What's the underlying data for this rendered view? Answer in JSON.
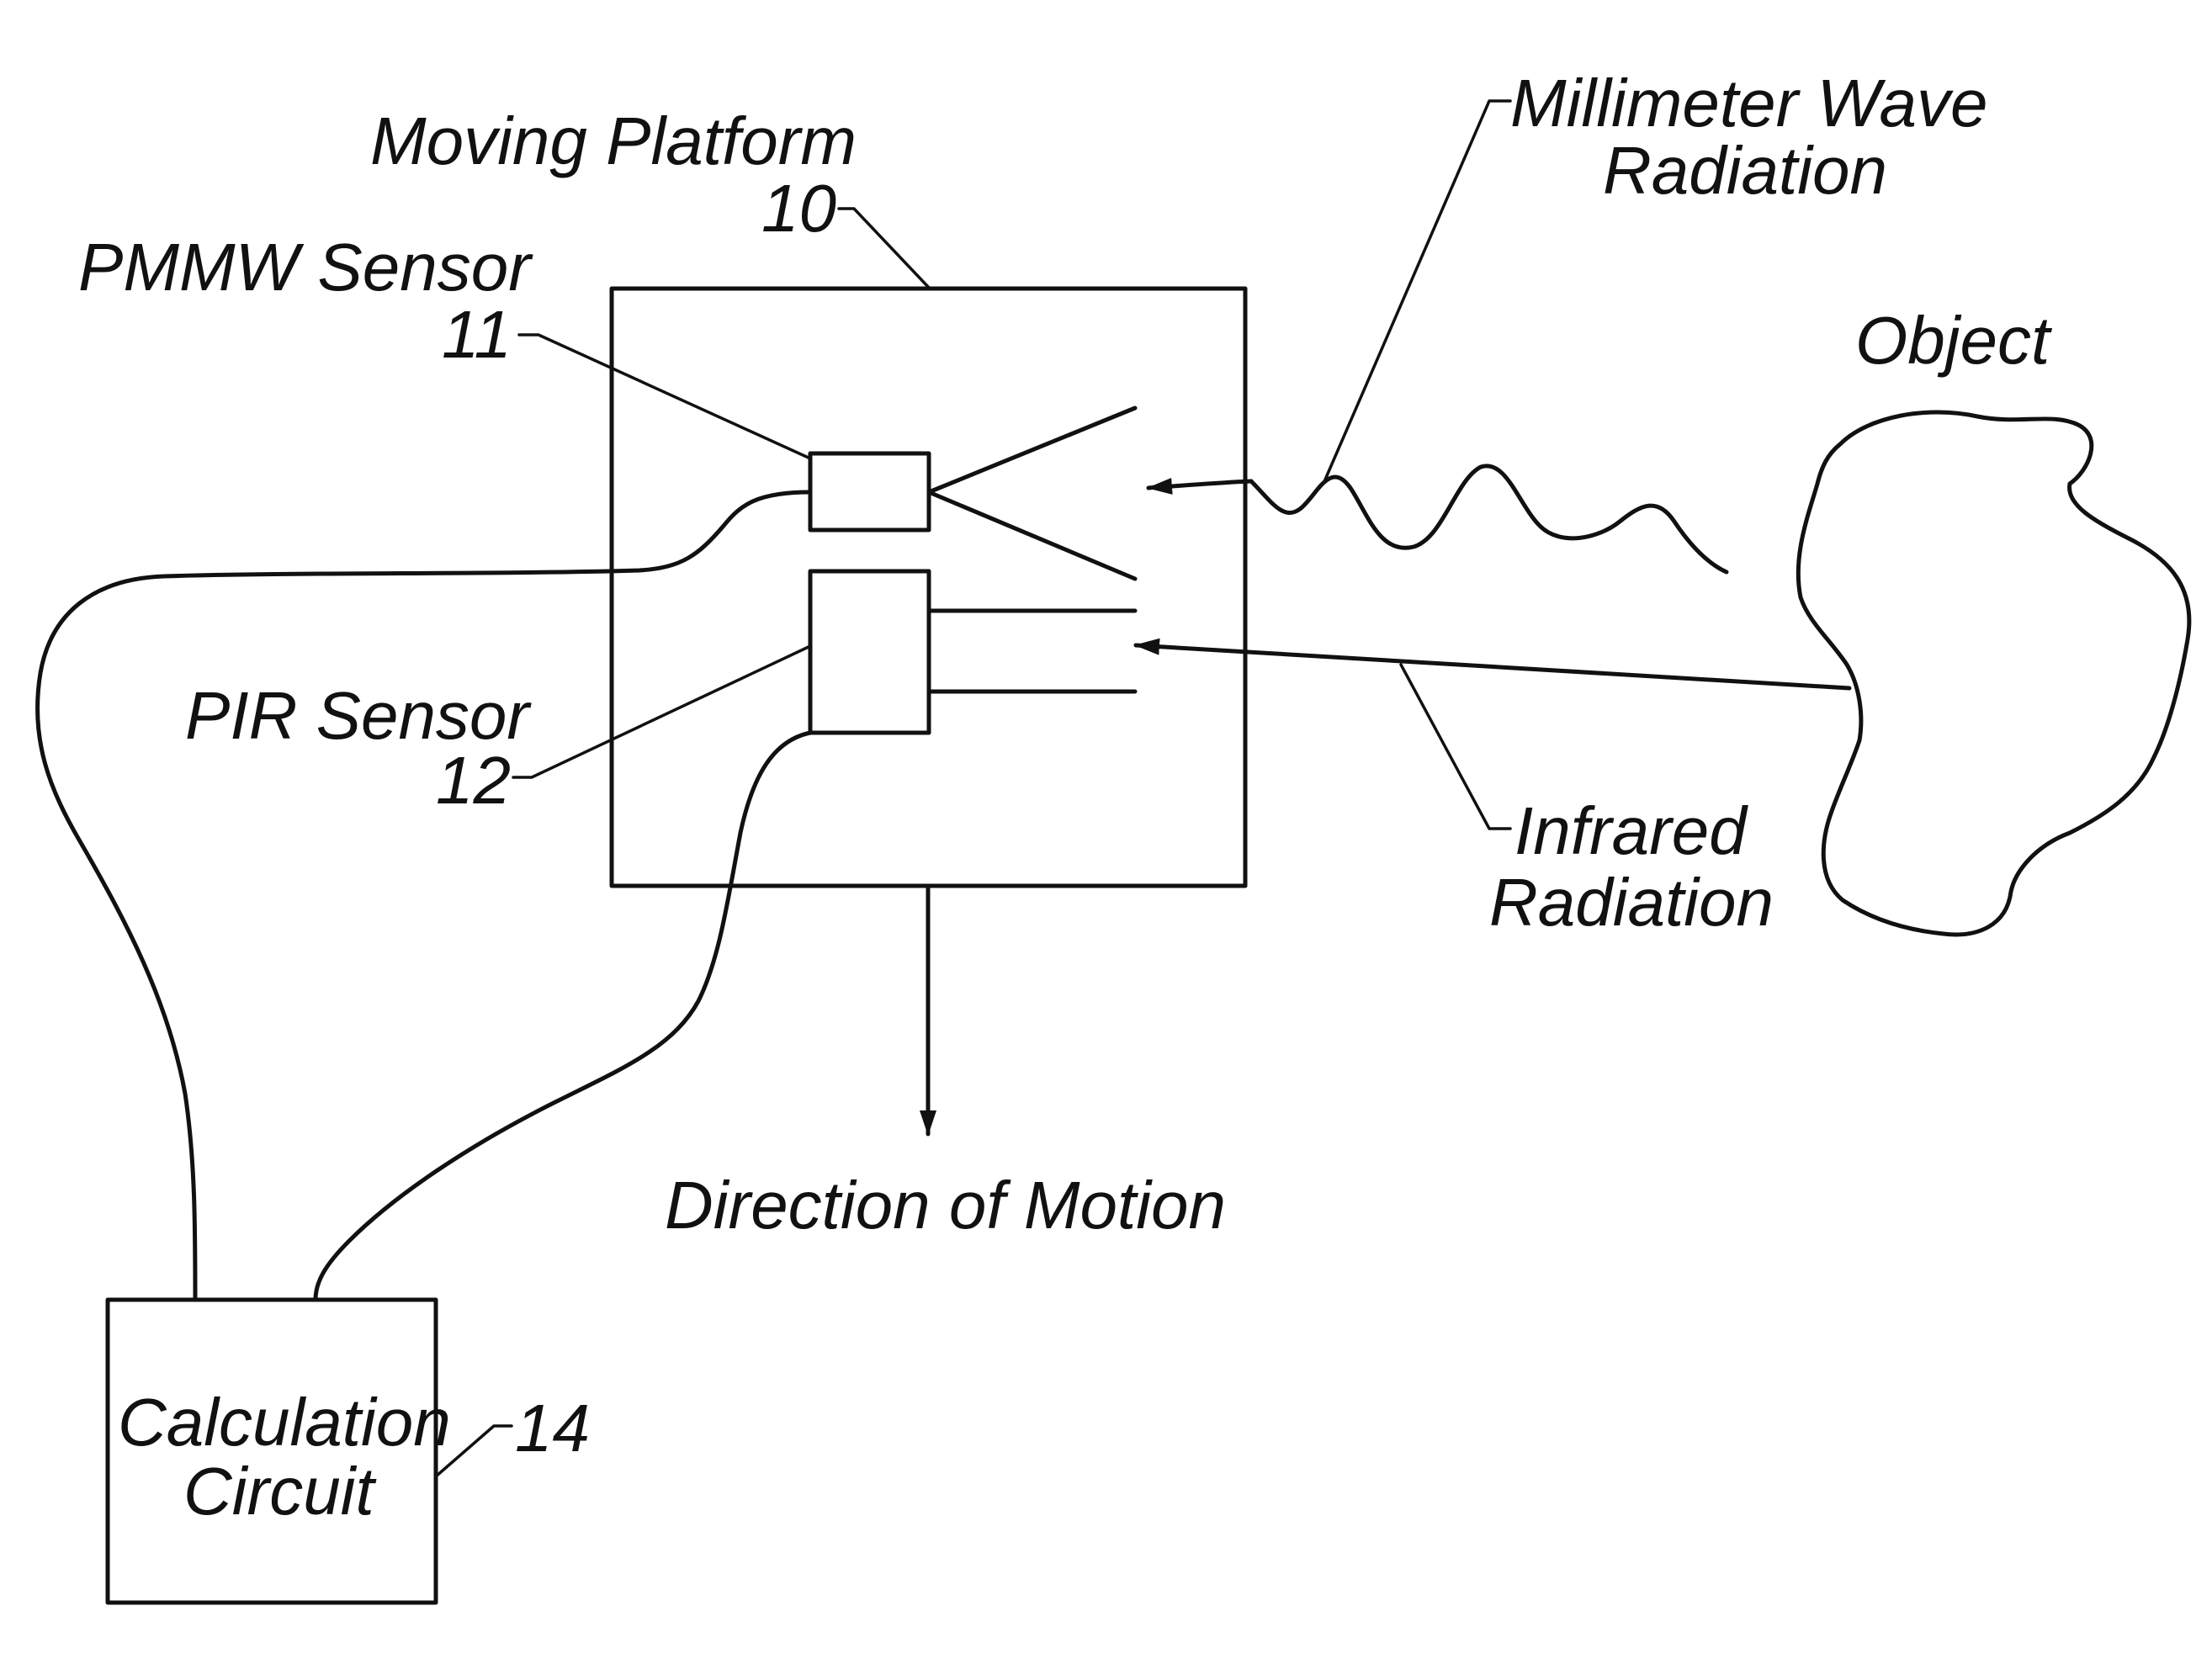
{
  "labels": {
    "moving_platform": "Moving Platform",
    "moving_platform_ref": "10",
    "pmmw_sensor": "PMMW Sensor",
    "pmmw_sensor_ref": "11",
    "pir_sensor": "PIR Sensor",
    "pir_sensor_ref": "12",
    "mmw_radiation_line1": "Millimeter Wave",
    "mmw_radiation_line2": "Radiation",
    "object": "Object",
    "infrared_line1": "Infrared",
    "infrared_line2": "Radiation",
    "direction_of_motion": "Direction of Motion",
    "calc_line1": "Calculation",
    "calc_line2": "Circuit",
    "calc_ref": "14"
  }
}
